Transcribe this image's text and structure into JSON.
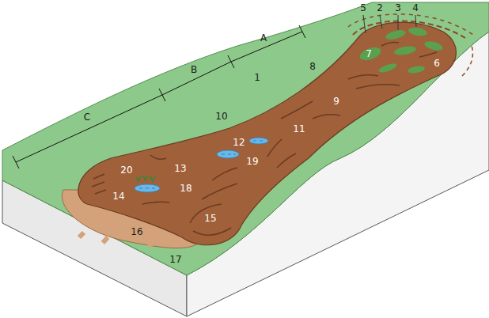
{
  "diagram": {
    "labels": [
      "5",
      "2",
      "3",
      "4",
      "A",
      "7",
      "6",
      "8",
      "1",
      "9",
      "B",
      "10",
      "11",
      "12",
      "C",
      "19",
      "13",
      "20",
      "18",
      "14",
      "15",
      "16",
      "17"
    ]
  }
}
